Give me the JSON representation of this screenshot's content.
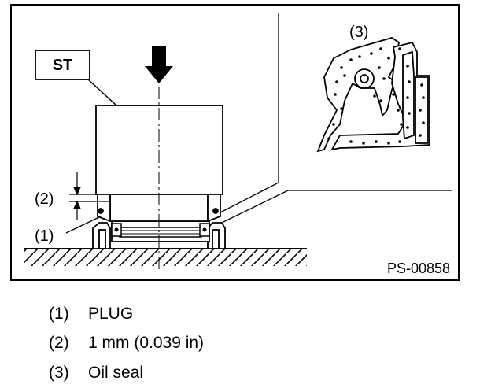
{
  "figure": {
    "st_label": "ST",
    "label_1": "(1)",
    "label_2": "(2)",
    "label_3": "(3)",
    "figure_code": "PS-00858"
  },
  "legend": [
    {
      "num": "(1)",
      "text": "PLUG"
    },
    {
      "num": "(2)",
      "text": "1 mm (0.039 in)"
    },
    {
      "num": "(3)",
      "text": "Oil seal"
    }
  ]
}
